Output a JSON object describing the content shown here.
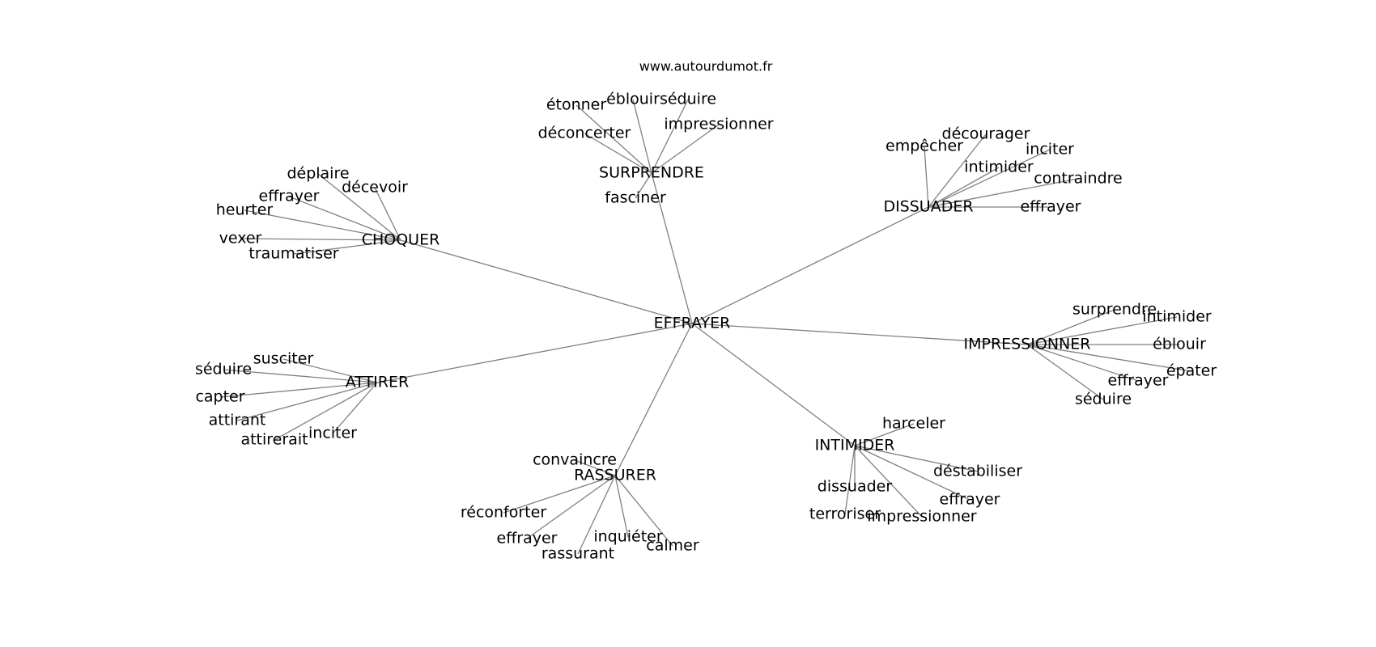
{
  "source": "www.autourdumot.fr",
  "root": "EFFRAYER",
  "clusters": [
    {
      "hub": "SURPRENDRE",
      "words": [
        "étonner",
        "éblouir",
        "séduire",
        "impressionner",
        "déconcerter",
        "fasciner"
      ]
    },
    {
      "hub": "DISSUADER",
      "words": [
        "empêcher",
        "décourager",
        "inciter",
        "intimider",
        "contraindre",
        "effrayer"
      ]
    },
    {
      "hub": "CHOQUER",
      "words": [
        "déplaire",
        "décevoir",
        "effrayer",
        "heurter",
        "vexer",
        "traumatiser"
      ]
    },
    {
      "hub": "IMPRESSIONNER",
      "words": [
        "surprendre",
        "intimider",
        "éblouir",
        "épater",
        "effrayer",
        "séduire"
      ]
    },
    {
      "hub": "ATTIRER",
      "words": [
        "susciter",
        "séduire",
        "capter",
        "attirant",
        "attirerait",
        "inciter"
      ]
    },
    {
      "hub": "INTIMIDER",
      "words": [
        "harceler",
        "déstabiliser",
        "effrayer",
        "dissuader",
        "terroriser",
        "impressionner"
      ]
    },
    {
      "hub": "RASSURER",
      "words": [
        "convaincre",
        "réconforter",
        "effrayer",
        "rassurant",
        "inquiéter",
        "calmer"
      ]
    }
  ]
}
